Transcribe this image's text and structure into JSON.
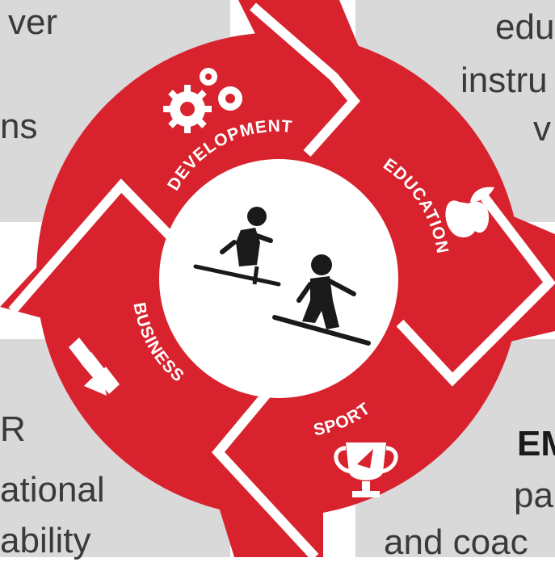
{
  "segments": {
    "development": "DEVELOPMENT",
    "education": "EDUCATION",
    "sport": "SPORT",
    "business": "BUSINESS"
  },
  "corner_fragments": {
    "top_left": [
      "ver",
      "ns"
    ],
    "top_right": [
      "edu",
      "instru",
      "v"
    ],
    "bottom_left": [
      "R",
      "ational",
      "ability"
    ],
    "bottom_right": [
      "EM",
      "pa",
      "and coac"
    ]
  },
  "colors": {
    "ring_red": "#d8232e",
    "panel_grey": "#d9d9d9",
    "hub_white": "#ffffff",
    "icon_black": "#1a1a1a"
  },
  "icons": [
    "gears-icon",
    "apple-icon",
    "trophy-icon",
    "bar-chart-arrow-icon",
    "sit-ski-icon",
    "snowboarder-icon"
  ]
}
